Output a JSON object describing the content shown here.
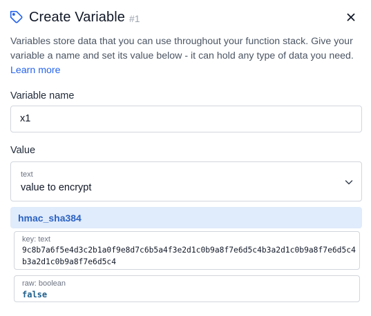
{
  "dialog": {
    "title": "Create Variable",
    "title_number": "#1",
    "description": "Variables store data that you can use throughout your function stack. Give your variable a name and set its value below - it can hold any type of data you need.",
    "learn_more": "Learn more"
  },
  "form": {
    "variable_name_label": "Variable name",
    "variable_name_value": "x1",
    "value_label": "Value",
    "value_type": "text",
    "value_text": "value to encrypt"
  },
  "filter": {
    "name": "hmac_sha384",
    "args": [
      {
        "label": "key: text",
        "value": "9c8b7a6f5e4d3c2b1a0f9e8d7c6b5a4f3e2d1c0b9a8f7e6d5c4b3a2d1c0b9a8f7e6d5c4b3a2d1c0b9a8f7e6d5c4"
      },
      {
        "label": "raw: boolean",
        "value": "false"
      }
    ]
  },
  "colors": {
    "accent": "#2563eb",
    "filter_bg": "#e0ebfb",
    "filter_text": "#2b62c2",
    "boolean_text": "#1e5f8c"
  },
  "icons": {
    "title_icon": "tag-icon",
    "close": "close-icon",
    "value_dropdown": "chevron-down-icon"
  }
}
